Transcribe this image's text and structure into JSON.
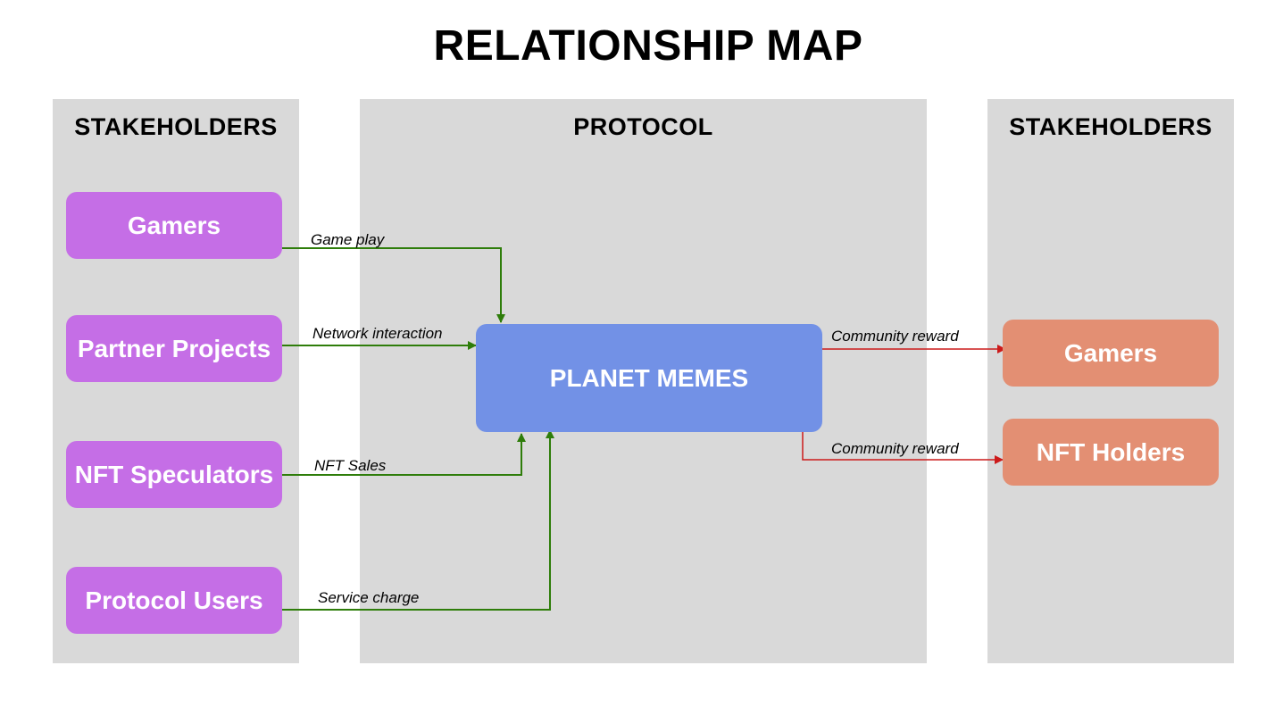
{
  "title": "RELATIONSHIP MAP",
  "panels": {
    "left": "STAKEHOLDERS",
    "center": "PROTOCOL",
    "right": "STAKEHOLDERS"
  },
  "left_nodes": [
    "Gamers",
    "Partner Projects",
    "NFT Speculators",
    "Protocol Users"
  ],
  "center_node": "PLANET MEMES",
  "right_nodes": [
    "Gamers",
    "NFT Holders"
  ],
  "edges": {
    "game_play": "Game play",
    "network_interaction": "Network interaction",
    "nft_sales": "NFT Sales",
    "service_charge": "Service charge",
    "community_reward_1": "Community reward",
    "community_reward_2": "Community reward"
  },
  "colors": {
    "inflow": "#2e7d0a",
    "outflow": "#cc1a1a",
    "stakeholder": "#c56ee6",
    "recipient": "#e38f73",
    "protocol": "#7291e6",
    "panel": "#d9d9d9"
  }
}
